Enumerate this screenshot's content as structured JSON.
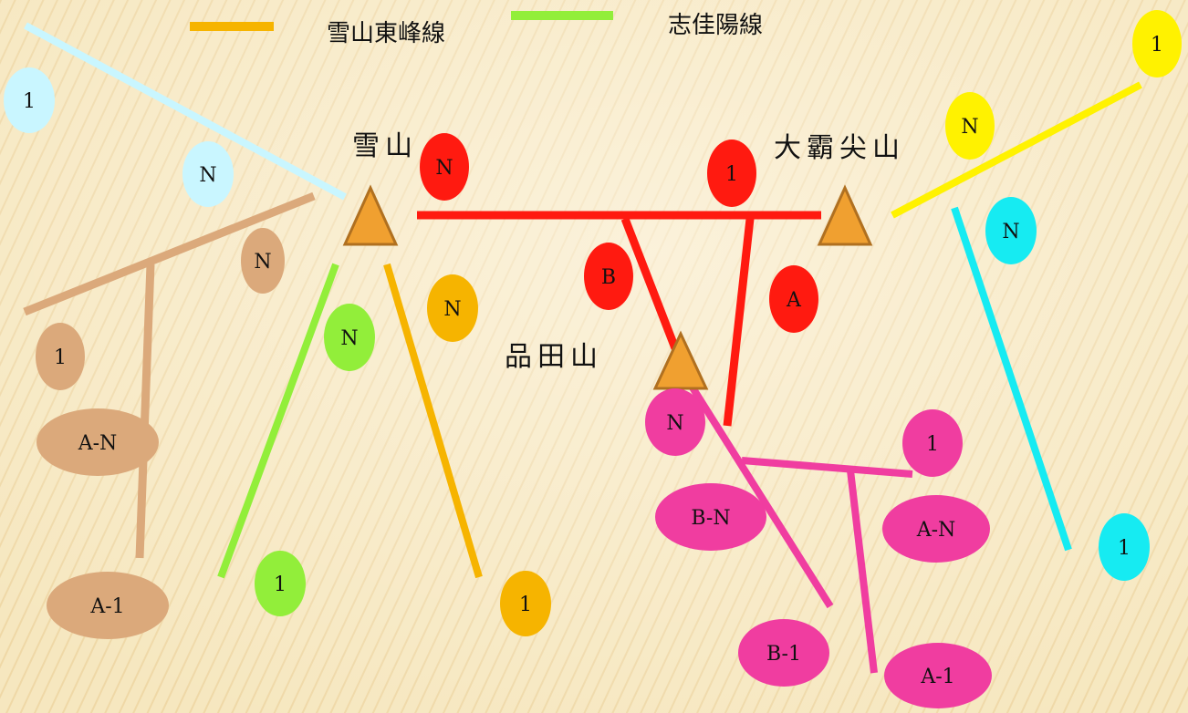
{
  "legend": [
    {
      "label": "雪山東峰線",
      "color": "#f6b400"
    },
    {
      "label": "志佳陽線",
      "color": "#92ee3a"
    }
  ],
  "peaks": [
    {
      "id": "xueshan",
      "label": "雪山"
    },
    {
      "id": "dabajian",
      "label": "大霸尖山"
    },
    {
      "id": "pintian",
      "label": "品田山"
    }
  ],
  "colors": {
    "light_cyan": "#c9f6ff",
    "tan": "#dba97b",
    "green": "#92ee3a",
    "orange": "#f6b400",
    "red": "#ff1a10",
    "yellow": "#fff200",
    "cyan": "#16ebf2",
    "pink": "#f03da0",
    "peak_fill": "#f0a030",
    "peak_stroke": "#b07020"
  },
  "markers": {
    "lc_1": "1",
    "lc_n": "N",
    "tan_n": "N",
    "tan_1": "1",
    "tan_an": "A-N",
    "tan_a1": "A-1",
    "green_n": "N",
    "green_1": "1",
    "orange_n": "N",
    "orange_1": "1",
    "red_n": "N",
    "red_1": "1",
    "red_b": "B",
    "red_a": "A",
    "yellow_1": "1",
    "yellow_n": "N",
    "cyan_n": "N",
    "cyan_1": "1",
    "pink_n": "N",
    "pink_1": "1",
    "pink_bn": "B-N",
    "pink_an": "A-N",
    "pink_b1": "B-1",
    "pink_a1": "A-1"
  }
}
